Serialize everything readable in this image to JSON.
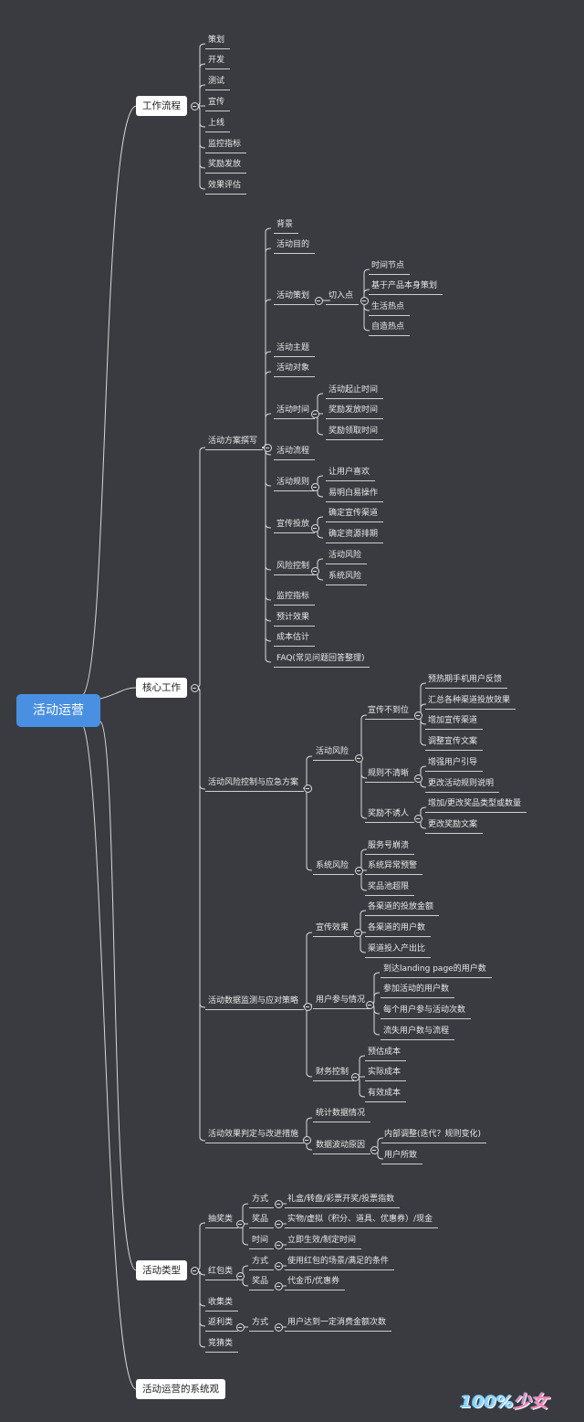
{
  "root": "活动运营",
  "branches": {
    "workflow": "工作流程",
    "core": "核心工作",
    "types": "活动类型",
    "system": "活动运营的系统观"
  },
  "workflow_items": [
    "策划",
    "开发",
    "测试",
    "宣传",
    "上线",
    "监控指标",
    "奖励发放",
    "效果评估"
  ],
  "plan": {
    "title": "活动方案撰写",
    "background": "背景",
    "goal": "活动目的",
    "strategy": "活动策划",
    "entry": "切入点",
    "entry_items": [
      "时间节点",
      "基于产品本身策划",
      "生活热点",
      "自造热点"
    ],
    "theme": "活动主题",
    "target": "活动对象",
    "time": "活动时间",
    "time_items": [
      "活动起止时间",
      "奖励发放时间",
      "奖励领取时间"
    ],
    "flow": "活动流程",
    "rules": "活动规则",
    "rules_items": [
      "让用户喜欢",
      "易明白易操作"
    ],
    "promo": "宣传投放",
    "promo_items": [
      "确定宣传渠道",
      "确定资源排期"
    ],
    "risk": "风险控制",
    "risk_items": [
      "活动风险",
      "系统风险"
    ],
    "metrics": "监控指标",
    "expected": "预计效果",
    "cost": "成本估计",
    "faq": "FAQ(常见问题回答整理)"
  },
  "riskplan": {
    "title": "活动风险控制与应急方案",
    "activity_risk": "活动风险",
    "promo_bad": "宣传不到位",
    "promo_bad_items": [
      "预热期手机用户反馈",
      "汇总各种渠道投放效果",
      "增加宣传渠道",
      "调整宣传文案"
    ],
    "rules_unclear": "规则不清晰",
    "rules_unclear_items": [
      "增强用户引导",
      "更改活动规则说明"
    ],
    "reward_weak": "奖励不诱人",
    "reward_weak_items": [
      "增加/更改奖品类型或数量",
      "更改奖励文案"
    ],
    "system_risk": "系统风险",
    "system_risk_items": [
      "服务号崩溃",
      "系统异常预警",
      "奖品池超限"
    ]
  },
  "monitor": {
    "title": "活动数据监测与应对策略",
    "promo_effect": "宣传效果",
    "promo_effect_items": [
      "各渠道的投放金额",
      "各渠道的用户数",
      "渠道投入产出比"
    ],
    "participation": "用户参与情况",
    "participation_items": [
      "到达landing page的用户数",
      "参加活动的用户数",
      "每个用户参与活动次数",
      "流失用户数与流程"
    ],
    "finance": "财务控制",
    "finance_items": [
      "预估成本",
      "实际成本",
      "有效成本"
    ]
  },
  "evaluate": {
    "title": "活动效果判定与改进措施",
    "stats": "统计数据情况",
    "fluctuation": "数据波动原因",
    "fluctuation_items": [
      "内部调整(迭代？规则变化)",
      "用户所致"
    ]
  },
  "types": {
    "lottery": "抽奖类",
    "lottery_method": "方式",
    "lottery_method_value": "礼盒/转盘/彩票开奖/投票指数",
    "lottery_prize": "奖品",
    "lottery_prize_value": "实物/虚拟（积分、道具、优惠券）/现金",
    "lottery_time": "时间",
    "lottery_time_value": "立即生效/制定时间",
    "redpacket": "红包类",
    "redpacket_method": "方式",
    "redpacket_method_value": "使用红包的场景/满足的条件",
    "redpacket_prize": "奖品",
    "redpacket_prize_value": "代金币/优惠券",
    "collect": "收集类",
    "rebate": "返利类",
    "rebate_method": "方式",
    "rebate_method_value": "用户达到一定消费金额次数",
    "guess": "竞猜类"
  },
  "watermark": {
    "a": "100%",
    "b": "少女"
  }
}
